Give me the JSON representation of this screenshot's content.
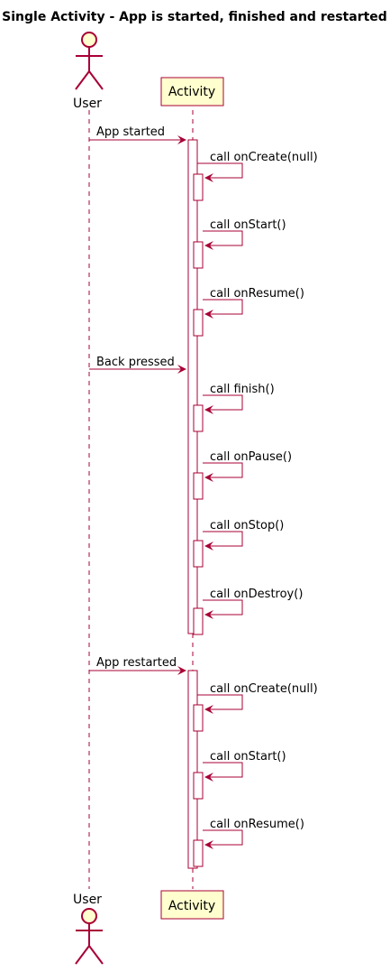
{
  "title": "Single Activity - App is started, finished and restarted",
  "colors": {
    "actor_fill": "#FEFECE",
    "actor_stroke": "#A80036",
    "arrow": "#A80036",
    "lifeline": "#A80036",
    "activation_fill": "#FFFFFF",
    "participant_fill": "#FEFECE"
  },
  "participants": {
    "user": {
      "name": "User",
      "type": "actor"
    },
    "activity": {
      "name": "Activity",
      "type": "participant"
    }
  },
  "messages": {
    "app_started": "App started",
    "call_oncreate_1": "call onCreate(null)",
    "call_onstart_1": "call onStart()",
    "call_onresume_1": "call onResume()",
    "back_pressed": "Back pressed",
    "call_finish": "call finish()",
    "call_onpause": "call onPause()",
    "call_onstop": "call onStop()",
    "call_ondestroy": "call onDestroy()",
    "app_restarted": "App restarted",
    "call_oncreate_2": "call onCreate(null)",
    "call_onstart_2": "call onStart()",
    "call_onresume_2": "call onResume()"
  }
}
